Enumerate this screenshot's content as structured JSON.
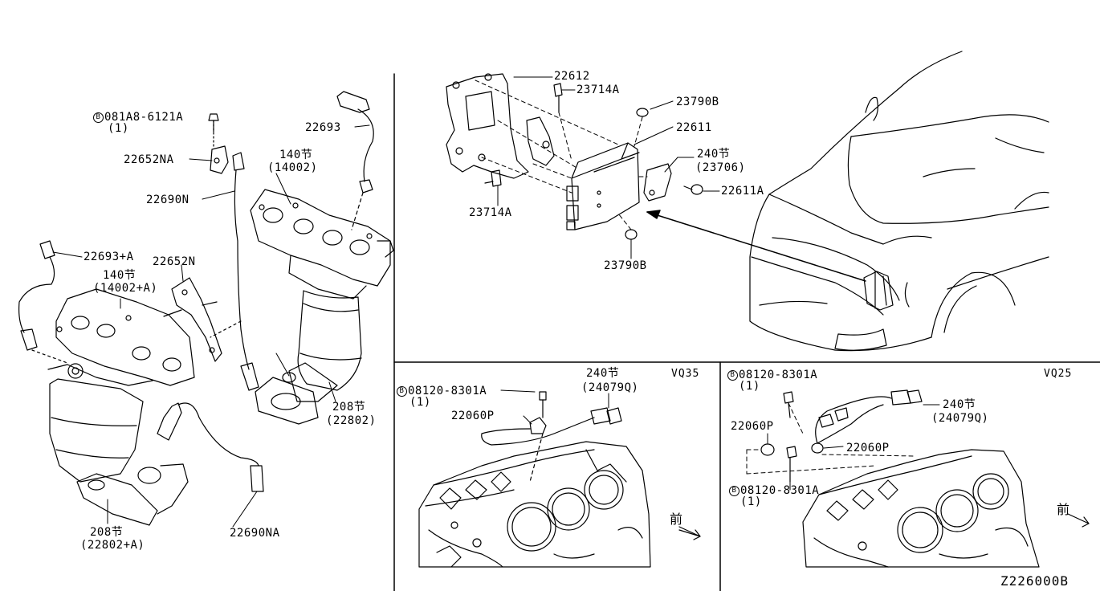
{
  "diagram_code": "Z226000B",
  "sections": {
    "vq35": "VQ35",
    "vq25": "VQ25"
  },
  "front_mark": "前",
  "parts": {
    "bolt_081a8": {
      "circle": "B",
      "number": "081A8-6121A",
      "qty": "(1)"
    },
    "p22652na": "22652NA",
    "p22690n": "22690N",
    "p22693": "22693",
    "sec140_right": {
      "title": "140节",
      "ref": "(14002)"
    },
    "p22693a": "22693+A",
    "p22652n": "22652N",
    "sec140_left": {
      "title": "140节",
      "ref": "(14002+A)"
    },
    "sec208_right": {
      "title": "208节",
      "ref": "(22802)"
    },
    "sec208_left": {
      "title": "208节",
      "ref": "(22802+A)"
    },
    "p22690na": "22690NA",
    "p22612": "22612",
    "p23714a_top": "23714A",
    "p23790b_top": "23790B",
    "p22611": "22611",
    "sec240_ecm": {
      "title": "240节",
      "ref": "(23706)"
    },
    "p22611a": "22611A",
    "p23714a_left": "23714A",
    "p23790b_bottom": "23790B",
    "vq35_bolt": {
      "circle": "B",
      "number": "08120-8301A",
      "qty": "(1)"
    },
    "vq35_22060p": "22060P",
    "vq35_sec240": {
      "title": "240节",
      "ref": "(24079Q)"
    },
    "vq25_bolt_top": {
      "circle": "B",
      "number": "08120-8301A",
      "qty": "(1)"
    },
    "vq25_sec240": {
      "title": "240节",
      "ref": "(24079Q)"
    },
    "vq25_22060p_left": "22060P",
    "vq25_22060p_right": "22060P",
    "vq25_bolt_bottom": {
      "circle": "B",
      "number": "08120-8301A",
      "qty": "(1)"
    }
  }
}
